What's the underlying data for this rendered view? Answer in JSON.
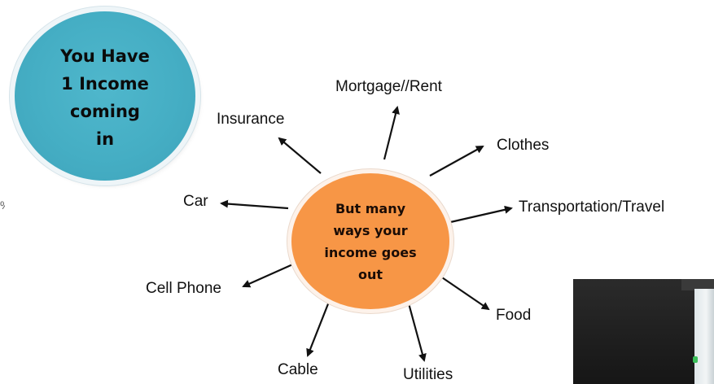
{
  "income_circle": {
    "lines": [
      "You Have",
      "1 Income",
      "coming",
      "in"
    ],
    "color": "#4bb3c8"
  },
  "center_circle": {
    "lines": [
      "But many",
      "ways your",
      "income goes",
      "out"
    ],
    "color": "#f79646"
  },
  "expenses": [
    {
      "label": "Mortgage//Rent"
    },
    {
      "label": "Clothes"
    },
    {
      "label": "Transportation/Travel"
    },
    {
      "label": "Food"
    },
    {
      "label": "Utilities"
    },
    {
      "label": "Cable"
    },
    {
      "label": "Cell Phone"
    },
    {
      "label": "Car"
    },
    {
      "label": "Insurance"
    }
  ]
}
